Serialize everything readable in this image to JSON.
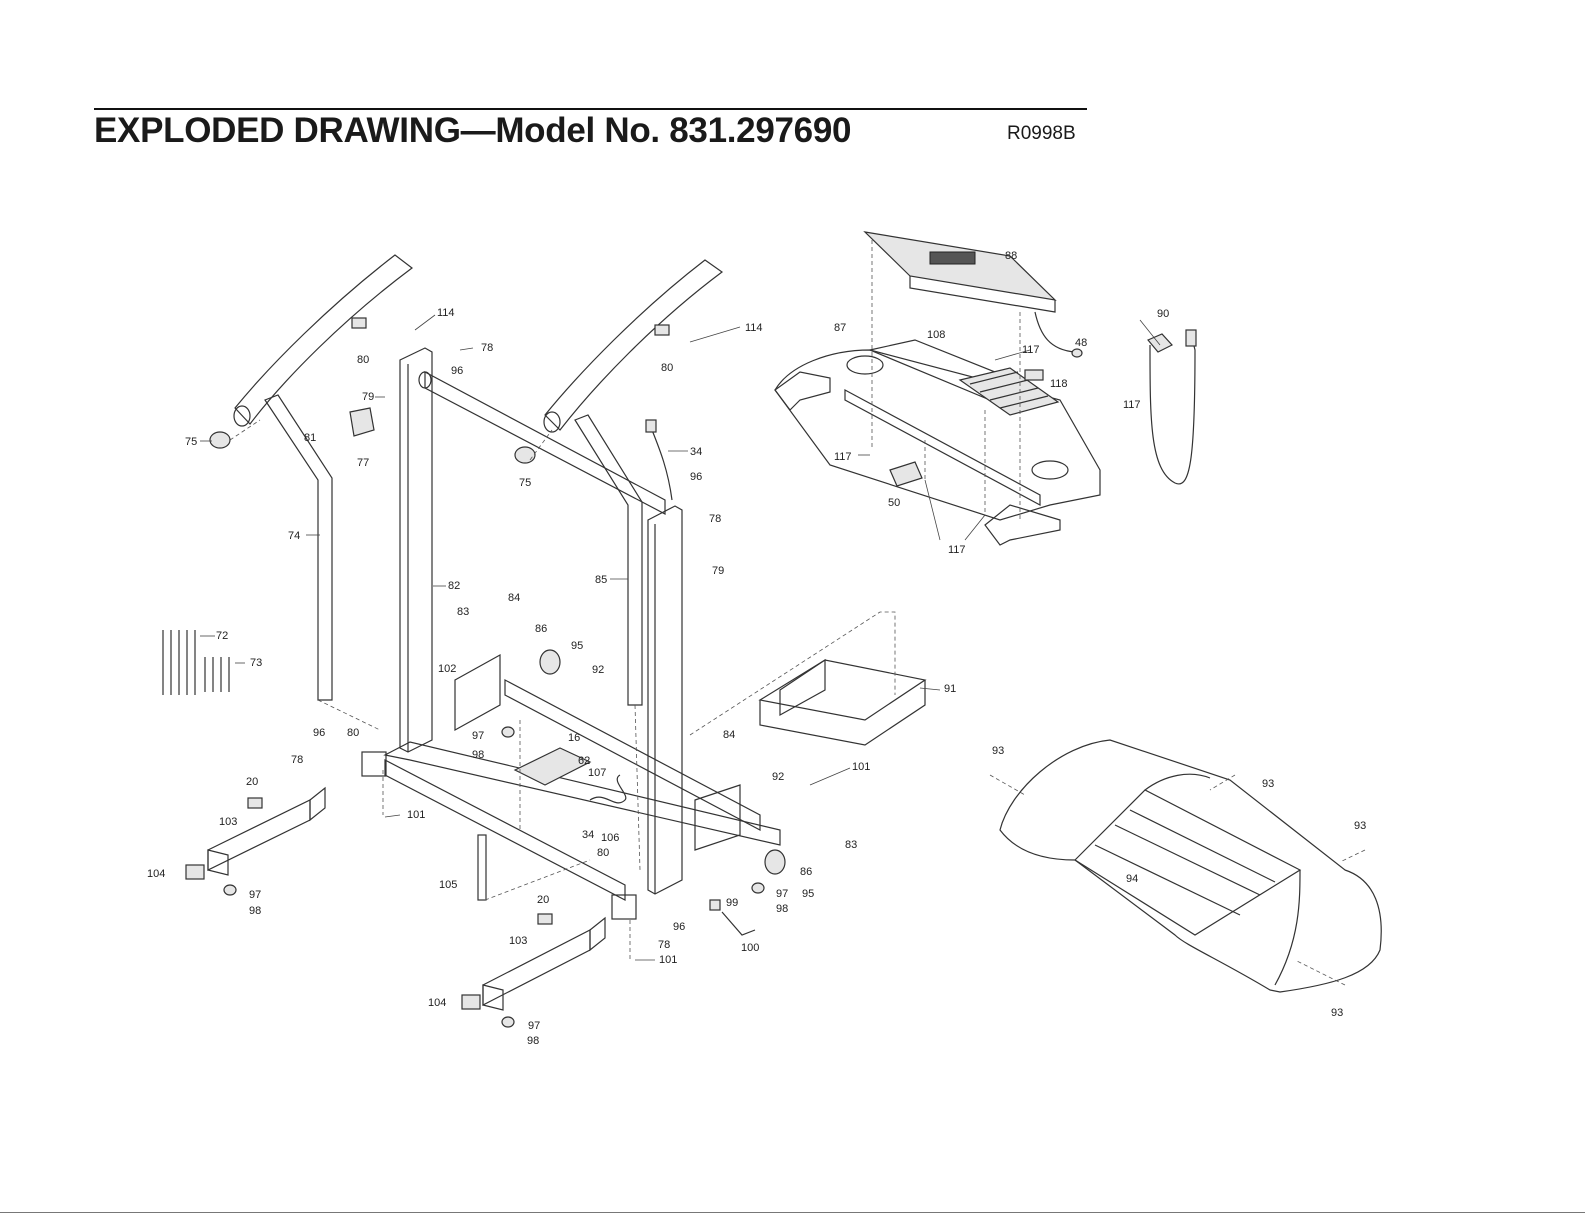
{
  "header": {
    "title": "EXPLODED DRAWING—Model No. 831.297690",
    "revision": "R0998B"
  },
  "labels": [
    {
      "text": "114"
    },
    {
      "text": "78"
    },
    {
      "text": "80"
    },
    {
      "text": "96"
    },
    {
      "text": "79"
    },
    {
      "text": "81"
    },
    {
      "text": "77"
    },
    {
      "text": "75"
    },
    {
      "text": "75"
    },
    {
      "text": "114"
    },
    {
      "text": "80"
    },
    {
      "text": "34"
    },
    {
      "text": "96"
    },
    {
      "text": "78"
    },
    {
      "text": "79"
    },
    {
      "text": "74"
    },
    {
      "text": "82"
    },
    {
      "text": "85"
    },
    {
      "text": "72"
    },
    {
      "text": "73"
    },
    {
      "text": "84"
    },
    {
      "text": "83"
    },
    {
      "text": "86"
    },
    {
      "text": "95"
    },
    {
      "text": "92"
    },
    {
      "text": "102"
    },
    {
      "text": "96"
    },
    {
      "text": "80"
    },
    {
      "text": "78"
    },
    {
      "text": "97"
    },
    {
      "text": "98"
    },
    {
      "text": "16"
    },
    {
      "text": "62"
    },
    {
      "text": "107"
    },
    {
      "text": "20"
    },
    {
      "text": "103"
    },
    {
      "text": "101"
    },
    {
      "text": "34"
    },
    {
      "text": "106"
    },
    {
      "text": "80"
    },
    {
      "text": "104"
    },
    {
      "text": "97"
    },
    {
      "text": "98"
    },
    {
      "text": "105"
    },
    {
      "text": "20"
    },
    {
      "text": "103"
    },
    {
      "text": "96"
    },
    {
      "text": "78"
    },
    {
      "text": "101"
    },
    {
      "text": "104"
    },
    {
      "text": "97"
    },
    {
      "text": "98"
    },
    {
      "text": "99"
    },
    {
      "text": "100"
    },
    {
      "text": "97"
    },
    {
      "text": "98"
    },
    {
      "text": "95"
    },
    {
      "text": "86"
    },
    {
      "text": "83"
    },
    {
      "text": "92"
    },
    {
      "text": "84"
    },
    {
      "text": "101"
    },
    {
      "text": "91"
    },
    {
      "text": "88"
    },
    {
      "text": "48"
    },
    {
      "text": "87"
    },
    {
      "text": "108"
    },
    {
      "text": "117"
    },
    {
      "text": "118"
    },
    {
      "text": "117"
    },
    {
      "text": "117"
    },
    {
      "text": "50"
    },
    {
      "text": "117"
    },
    {
      "text": "90"
    },
    {
      "text": "93"
    },
    {
      "text": "93"
    },
    {
      "text": "93"
    },
    {
      "text": "94"
    },
    {
      "text": "93"
    }
  ]
}
